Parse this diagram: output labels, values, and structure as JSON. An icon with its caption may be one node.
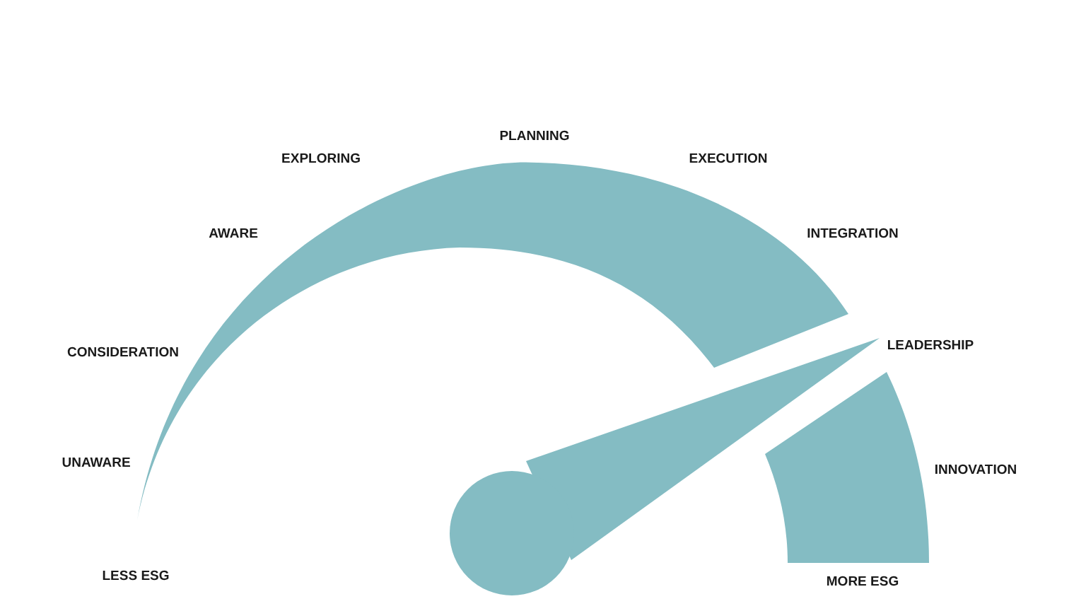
{
  "diagram": {
    "labels": [
      "PLANNING",
      "EXPLORING",
      "EXECUTION",
      "AWARE",
      "INTEGRATION",
      "LEADERSHIP",
      "CONSIDERATION",
      "UNAWARE",
      "INNOVATION",
      "LESS ESG",
      "MORE ESG"
    ]
  }
}
